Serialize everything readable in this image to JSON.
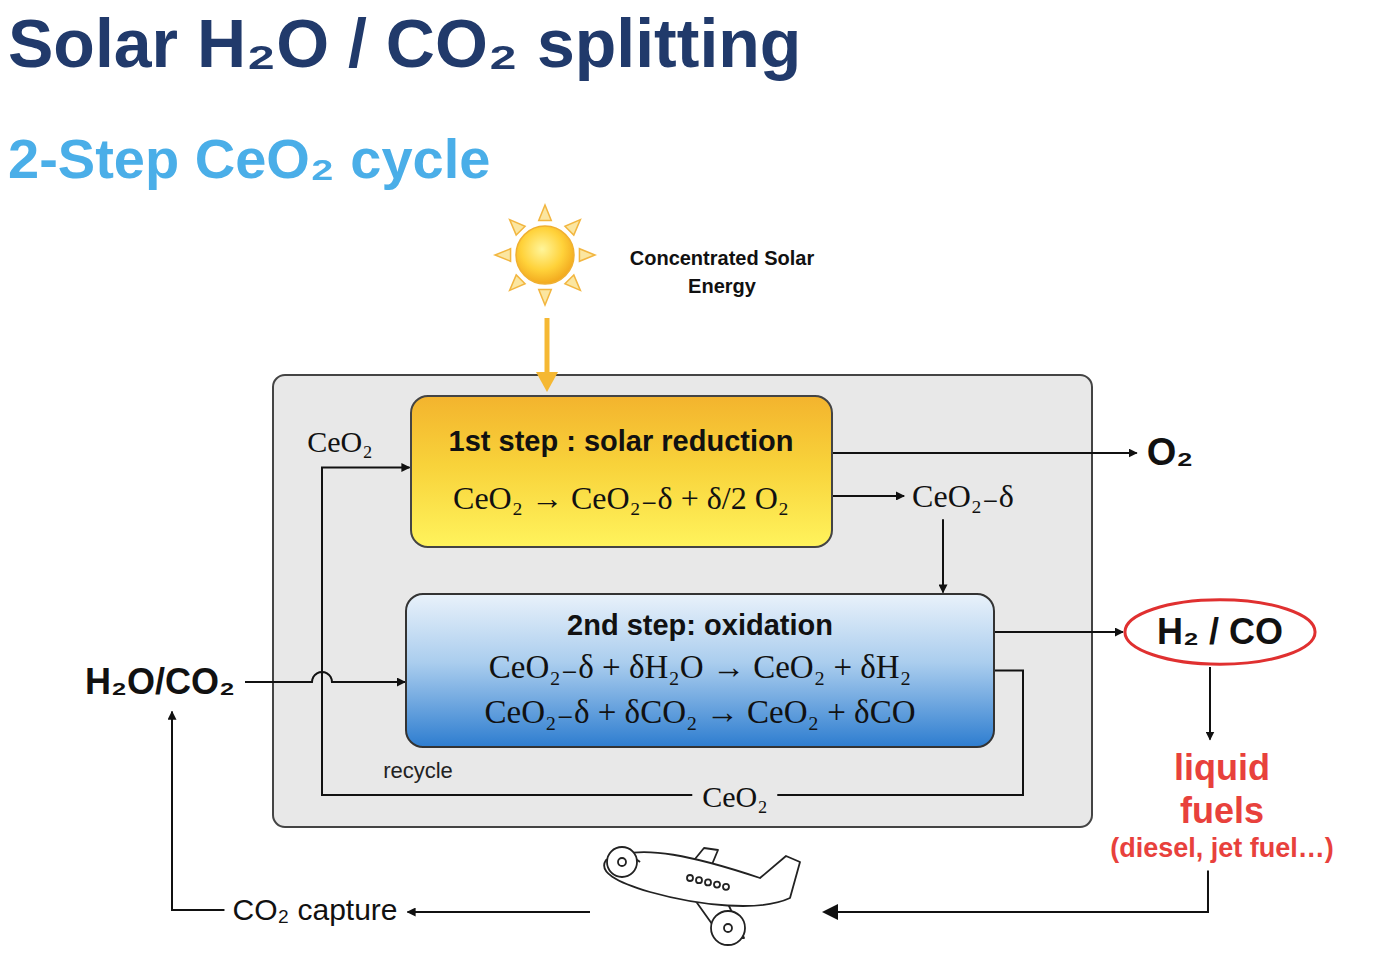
{
  "diagram": {
    "title": "Solar H₂O / CO₂ splitting",
    "nodes": [
      {
        "text": [
          "1st step : solar reduction",
          "CeO₂ → CeO₂₋δ + δ/2 O₂"
        ]
      },
      {
        "text": [
          "O₂"
        ]
      },
      {
        "text": [
          "CeO₂₋δ"
        ]
      },
      {
        "text": [
          "H₂O/CO₂"
        ]
      },
      {
        "text": [
          "2nd step: oxidation",
          "CeO₂₋δ + δH₂O → CeO₂ + δH₂",
          "CeO₂₋δ + δCO₂ → CeO₂ + δCO"
        ]
      },
      {
        "text": [
          "H₂ / CO"
        ]
      },
      {
        "text": [
          "liquid fuels",
          "(diesel, jet fuel…)"
        ]
      },
      {
        "text": [
          "CO₂ capture"
        ]
      }
    ],
    "edges": [
      {
        "from": 0,
        "to": 1,
        "arrow": "to"
      },
      {
        "from": 0,
        "to": 2,
        "arrow": "to"
      },
      {
        "from": 2,
        "to": 4,
        "arrow": "to"
      },
      {
        "from": 3,
        "to": 4,
        "arrow": "to"
      },
      {
        "from": 4,
        "to": 5,
        "arrow": "to"
      },
      {
        "from": 5,
        "to": 6,
        "arrow": "to"
      },
      {
        "from": 6,
        "to": 7,
        "arrow": "to"
      },
      {
        "from": 7,
        "to": 3,
        "arrow": "to"
      },
      {
        "from": 4,
        "to": 0,
        "label": "CeO₂",
        "arrow": "to"
      }
    ],
    "labels": [
      "2-Step CeO₂ cycle",
      "Concentrated Solar Energy",
      "CeO₂",
      "recycle"
    ]
  }
}
